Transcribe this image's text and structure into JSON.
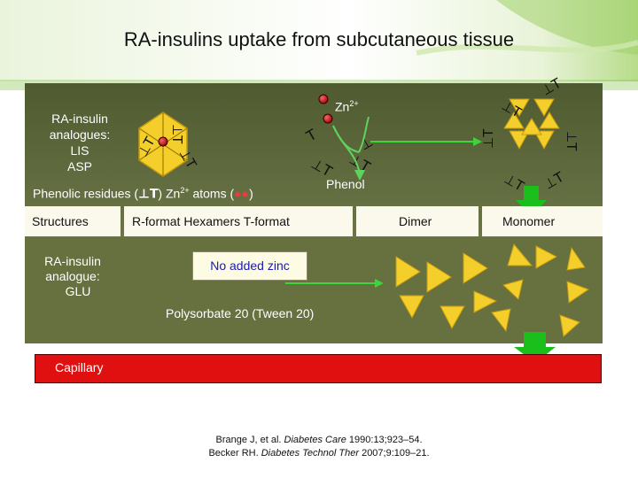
{
  "slide": {
    "title": "RA-insulins uptake from subcutaneous tissue",
    "analogues_label": [
      "RA-insulin",
      "analogues:",
      "LIS",
      "ASP"
    ],
    "zn_label": "Zn",
    "zn_sup": "2+",
    "phenol_label": "Phenol",
    "legend": {
      "prefix": "Phenolic residues (",
      "middle": ") Zn",
      "sup": "2+",
      "suffix": " atoms ("
    },
    "row": {
      "structures": "Structures",
      "formats": "R-format  Hexamers  T-format",
      "dimer": "Dimer",
      "monomer": "Monomer"
    },
    "glu_label": [
      "RA-insulin",
      "analogue:",
      "GLU"
    ],
    "no_zinc_label": "No added zinc",
    "polysorbate_label": "Polysorbate 20 (Tween 20)",
    "capillary_label": "Capillary",
    "references": {
      "line1_a": "Brange J, et al. ",
      "line1_journal": "Diabetes Care",
      "line1_b": " 1990:13;923–54.",
      "line2_a": "Becker RH. ",
      "line2_journal": "Diabetes Technol Ther",
      "line2_b": " 2007;9:109–21."
    },
    "colors": {
      "header_green": "#7ec044",
      "panel_olive": "#5e6a3c",
      "triangle_fill": "#f4cf2c",
      "capillary_red": "#e01010",
      "arrow_green": "#1bbf1b",
      "zinc_text": "#1a1ab0"
    }
  }
}
